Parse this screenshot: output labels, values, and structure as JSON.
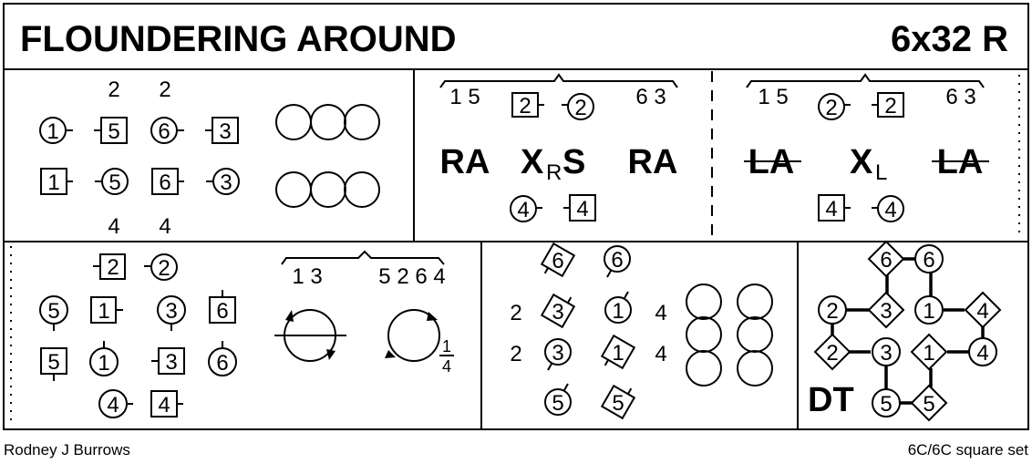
{
  "header": {
    "title": "FLOUNDERING AROUND",
    "formation": "6x32 R"
  },
  "panel1": {
    "top_numbers": [
      "2",
      "2"
    ],
    "bottom_numbers": [
      "4",
      "4"
    ],
    "row1": [
      "1",
      "5",
      "6",
      "3"
    ],
    "row2": [
      "1",
      "5",
      "6",
      "3"
    ]
  },
  "panel2": {
    "bracket_left": "1 5",
    "bracket_right": "6 3",
    "top_dancers": [
      "2",
      "2"
    ],
    "figures": [
      "RA",
      "X",
      "R",
      "S",
      "RA"
    ],
    "bottom_dancers": [
      "4",
      "4"
    ]
  },
  "panel3": {
    "bracket_left": "1 5",
    "bracket_right": "6 3",
    "top_dancers": [
      "2",
      "2"
    ],
    "figures": [
      "LA",
      "X",
      "L",
      "LA"
    ],
    "bottom_dancers": [
      "4",
      "4"
    ]
  },
  "panel4": {
    "top_dancers": [
      "2",
      "2"
    ],
    "row1": [
      "5",
      "1",
      "3",
      "6"
    ],
    "row2": [
      "5",
      "1",
      "3",
      "6"
    ],
    "bottom_dancers": [
      "4",
      "4"
    ],
    "bracket_left": "1 3",
    "bracket_right": "5 2 6 4",
    "fraction_num": "1",
    "fraction_den": "4"
  },
  "panel5": {
    "row1": [
      "6",
      "6"
    ],
    "row2": [
      "2",
      "3",
      "1",
      "4"
    ],
    "row3": [
      "2",
      "3",
      "1",
      "4"
    ],
    "row4": [
      "5",
      "5"
    ]
  },
  "panel6": {
    "label": "DT",
    "dancers": [
      "6",
      "6",
      "2",
      "3",
      "1",
      "4",
      "2",
      "3",
      "1",
      "4",
      "5",
      "5"
    ]
  },
  "footer": {
    "author": "Rodney J Burrows",
    "set_info": "6C/6C  square set"
  }
}
